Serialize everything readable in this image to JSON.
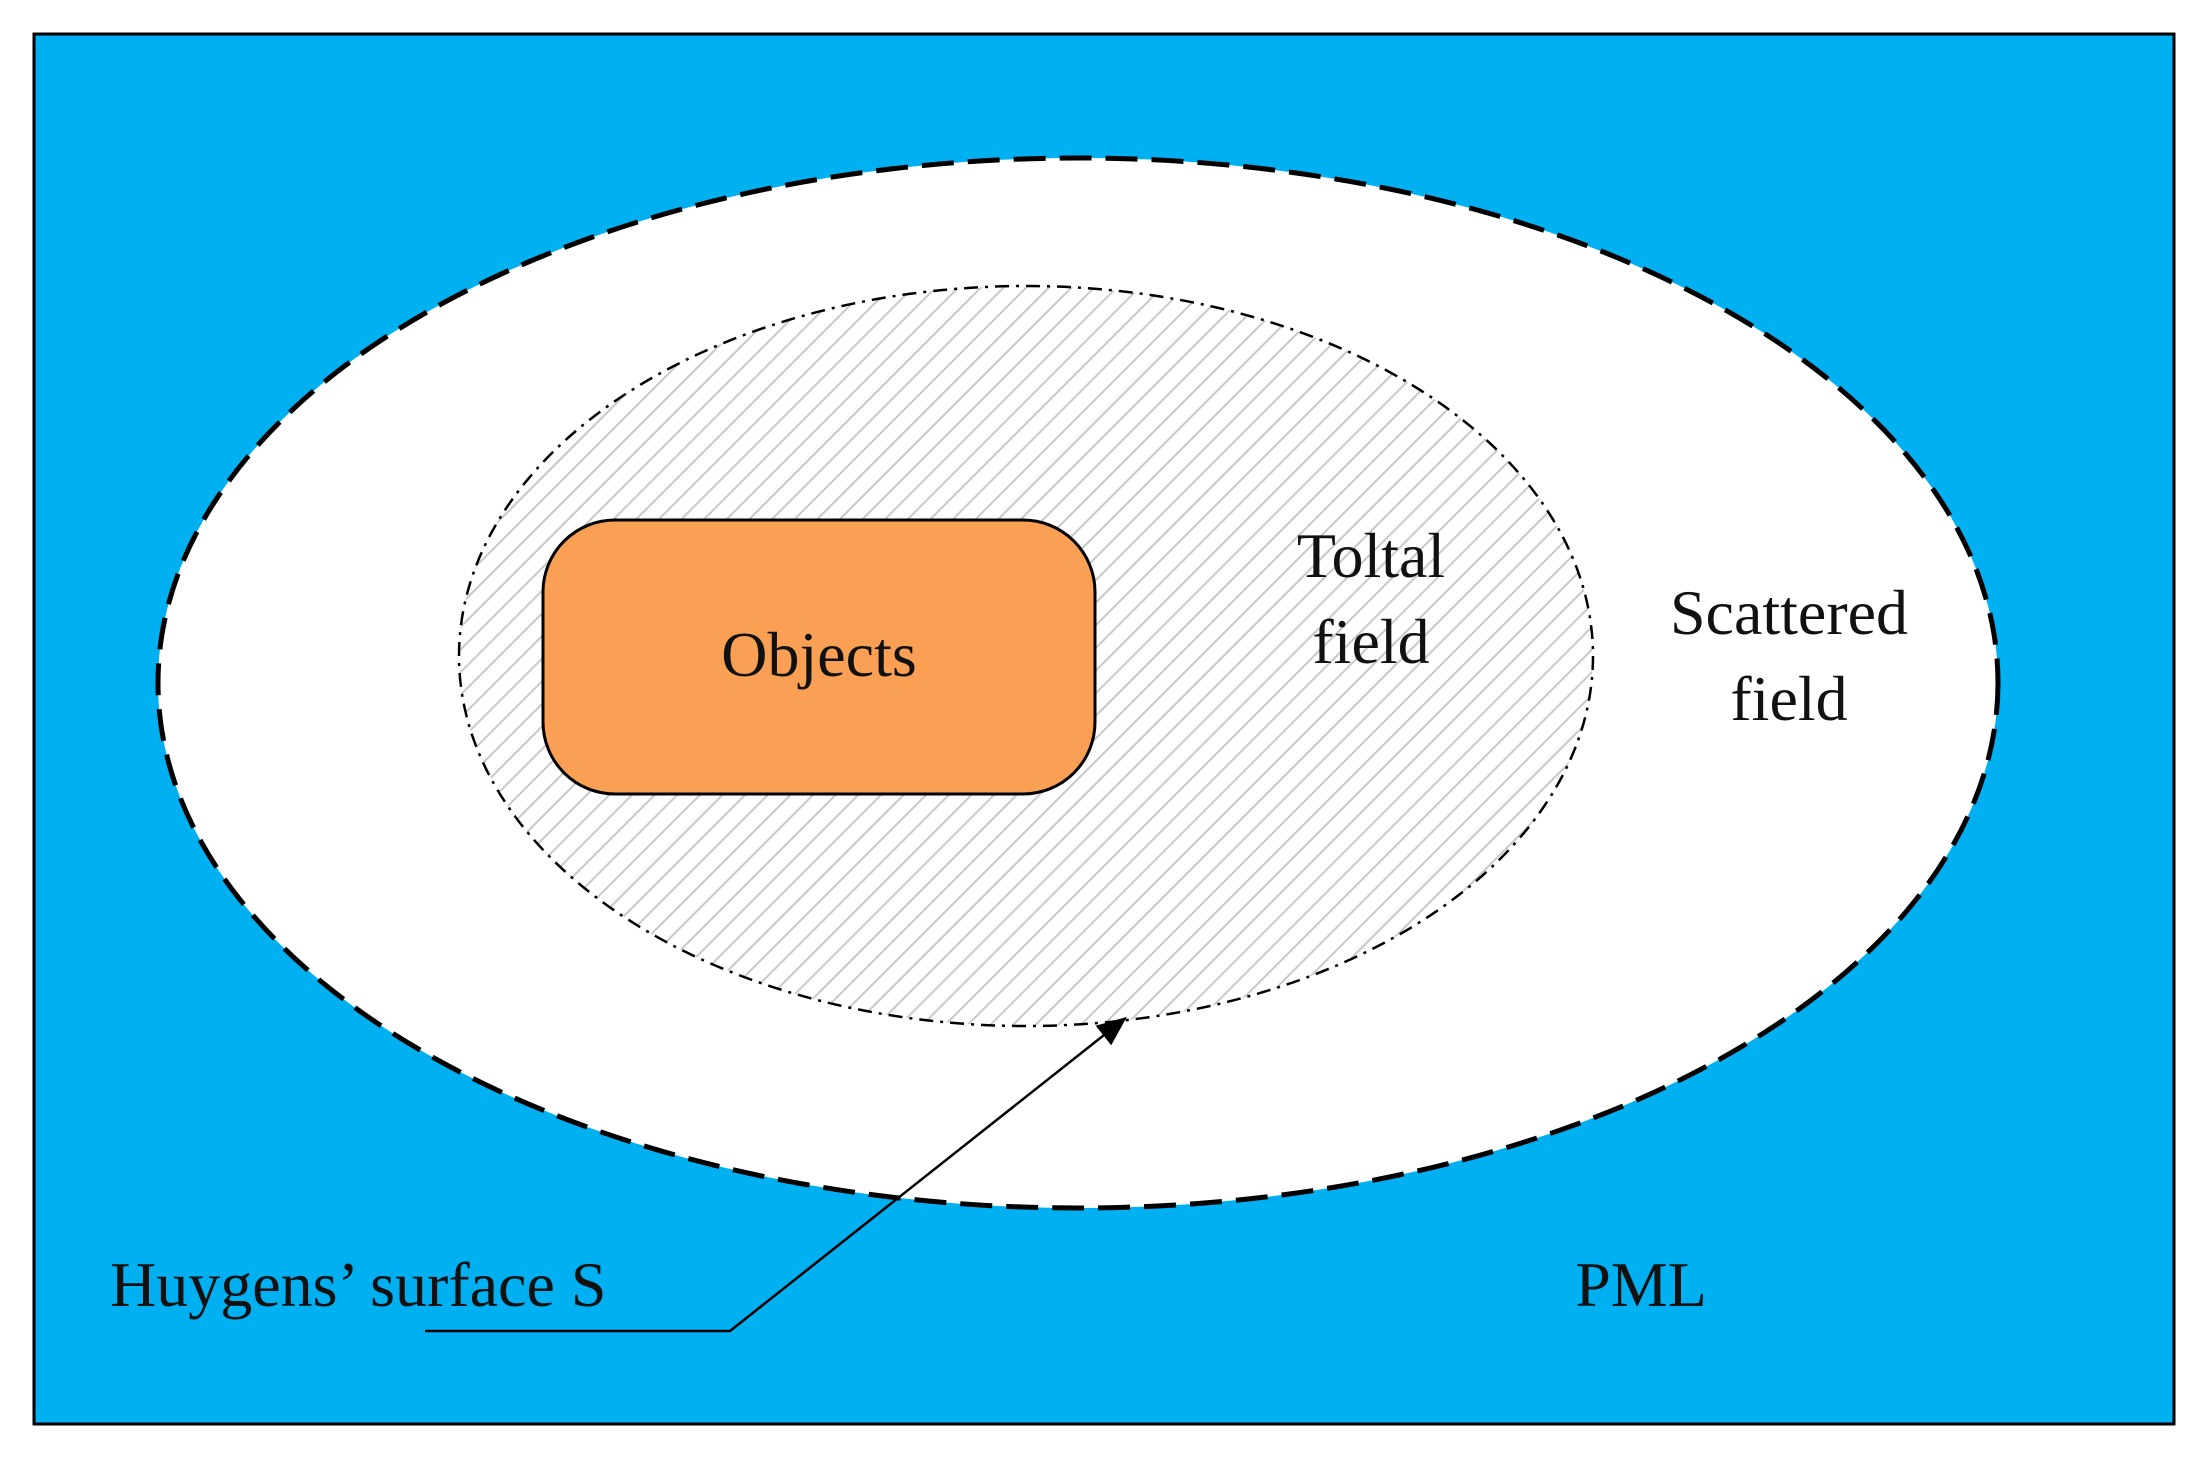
{
  "colors": {
    "pml": "#00b0f0",
    "scattered_region": "#ffffff",
    "objects": "#f9a055",
    "hatch": "#c8c8c8",
    "stroke": "#000000"
  },
  "labels": {
    "objects": "Objects",
    "total_field_line1": "Toltal",
    "total_field_line2": "field",
    "scattered_field_line1": "Scattered",
    "scattered_field_line2": "field",
    "huygens": "Huygens’ surface S",
    "pml": "PML"
  }
}
